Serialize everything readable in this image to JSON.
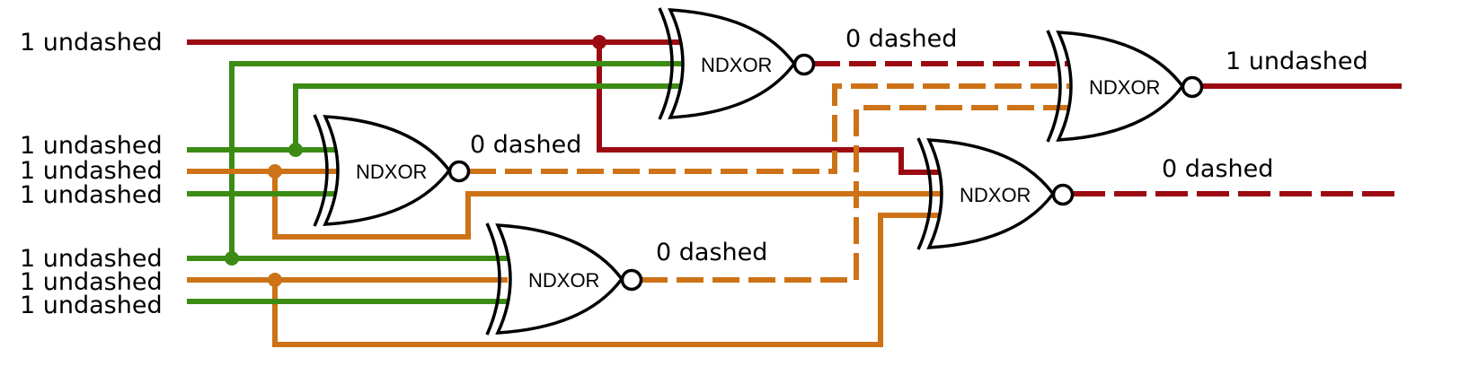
{
  "colors": {
    "red": "#9b0a12",
    "green": "#3c8c14",
    "orange": "#cd7216",
    "stroke": "#000000"
  },
  "input_labels": [
    "1 undashed",
    "1 undashed",
    "1 undashed",
    "1 undashed",
    "1 undashed",
    "1 undashed",
    "1 undashed"
  ],
  "gates": [
    {
      "label": "NDXOR",
      "output_label": "0 dashed"
    },
    {
      "label": "NDXOR",
      "output_label": "0 dashed"
    },
    {
      "label": "NDXOR",
      "output_label": "0 dashed"
    },
    {
      "label": "NDXOR",
      "output_label": "1 undashed"
    },
    {
      "label": "NDXOR",
      "output_label": "0 dashed"
    }
  ]
}
